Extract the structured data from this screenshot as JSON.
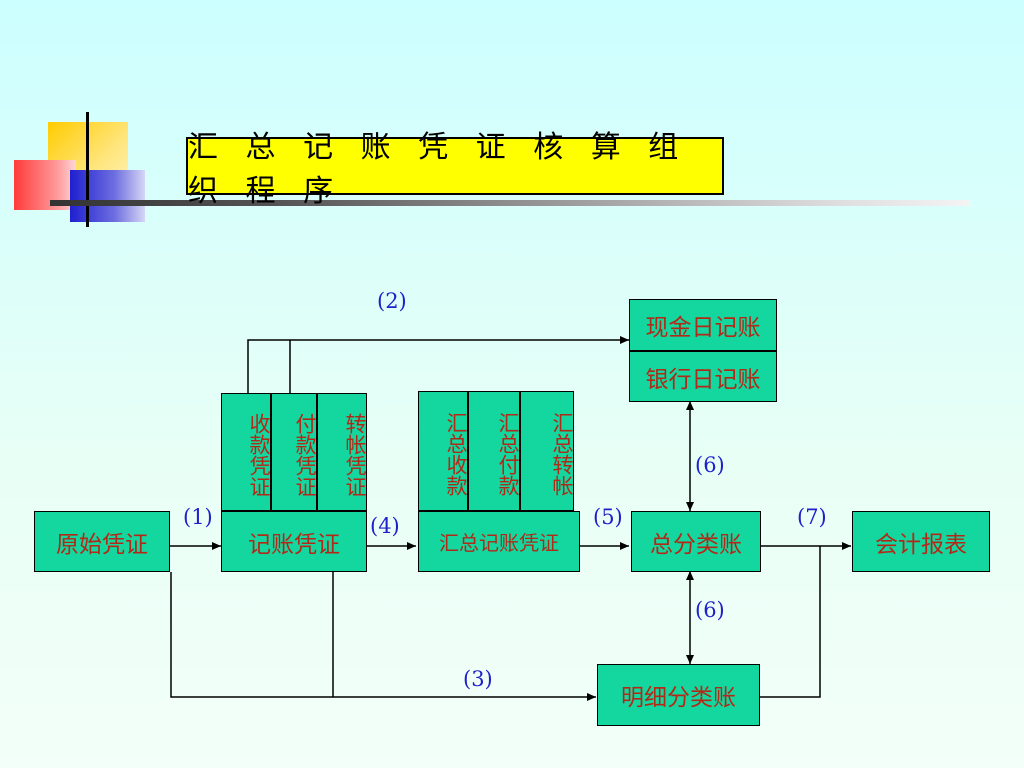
{
  "title": "汇 总 记 账 凭 证 核 算 组 织 程 序",
  "boxes": {
    "yuanshi": "原始凭证",
    "jizhang": "记账凭证",
    "shoukuan": "收款凭证",
    "fukuan": "付款凭证",
    "zhuanzhang": "转帐凭证",
    "huizong_shoukuan": "汇总收款",
    "huizong_fukuan": "汇总付款",
    "huizong_zhuanzhang": "汇总转帐",
    "huizong_jizhang": "汇总记账凭证",
    "xianjin": "现金日记账",
    "yinhang": "银行日记账",
    "zongfen": "总分类账",
    "mingxi": "明细分类账",
    "kuaiji": "会计报表"
  },
  "steps": {
    "s1": "(1)",
    "s2": "(2)",
    "s3": "(3)",
    "s4": "(4)",
    "s5": "(5)",
    "s6a": "(6)",
    "s6b": "(6)",
    "s7": "(7)"
  },
  "colors": {
    "box_fill": "#14d7a0",
    "box_text": "#b02a17",
    "label_text": "#1f1fcc",
    "title_fill": "#ffff00"
  }
}
